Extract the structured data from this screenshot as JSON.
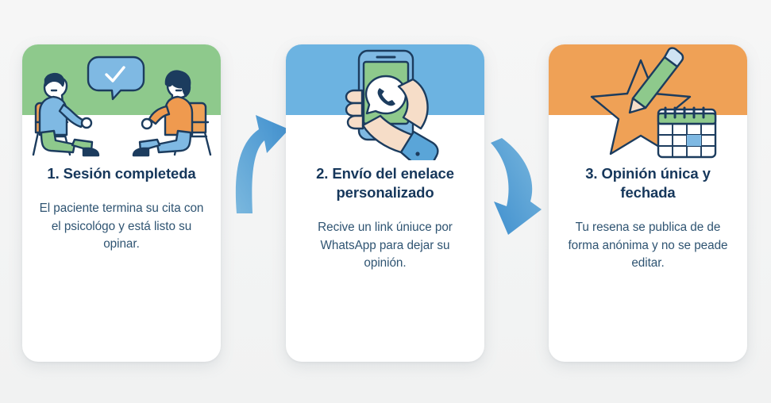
{
  "page": {
    "background_color": "#f4f5f5",
    "title_color": "#16375b",
    "body_color": "#2f5472",
    "arrow_color": "#4a96d2"
  },
  "cards": [
    {
      "id": "card-1",
      "header_color": "#8ec98c",
      "illustration": "therapy-session-illustration",
      "title": "1. Sesión completeda",
      "text": "El paciente termina su cita con el psicológo y está listo su opinar."
    },
    {
      "id": "card-2",
      "header_color": "#6cb3e1",
      "illustration": "hand-holding-phone-whatsapp-illustration",
      "title": "2. Envío del enelace personalizado",
      "text": "Recive un link úniuce por WhatsApp para dejar su opinión."
    },
    {
      "id": "card-3",
      "header_color": "#efa156",
      "illustration": "star-pencil-calendar-illustration",
      "title": "3. Opinión única y fechada",
      "text": "Tu resena se publica de de forma anónima y no se peade editar."
    }
  ],
  "arrows": [
    {
      "id": "arrow-1",
      "name": "curved-arrow-up-right",
      "color": "#4a96d2"
    },
    {
      "id": "arrow-2",
      "name": "curved-arrow-down-left",
      "color": "#4a96d2"
    }
  ]
}
